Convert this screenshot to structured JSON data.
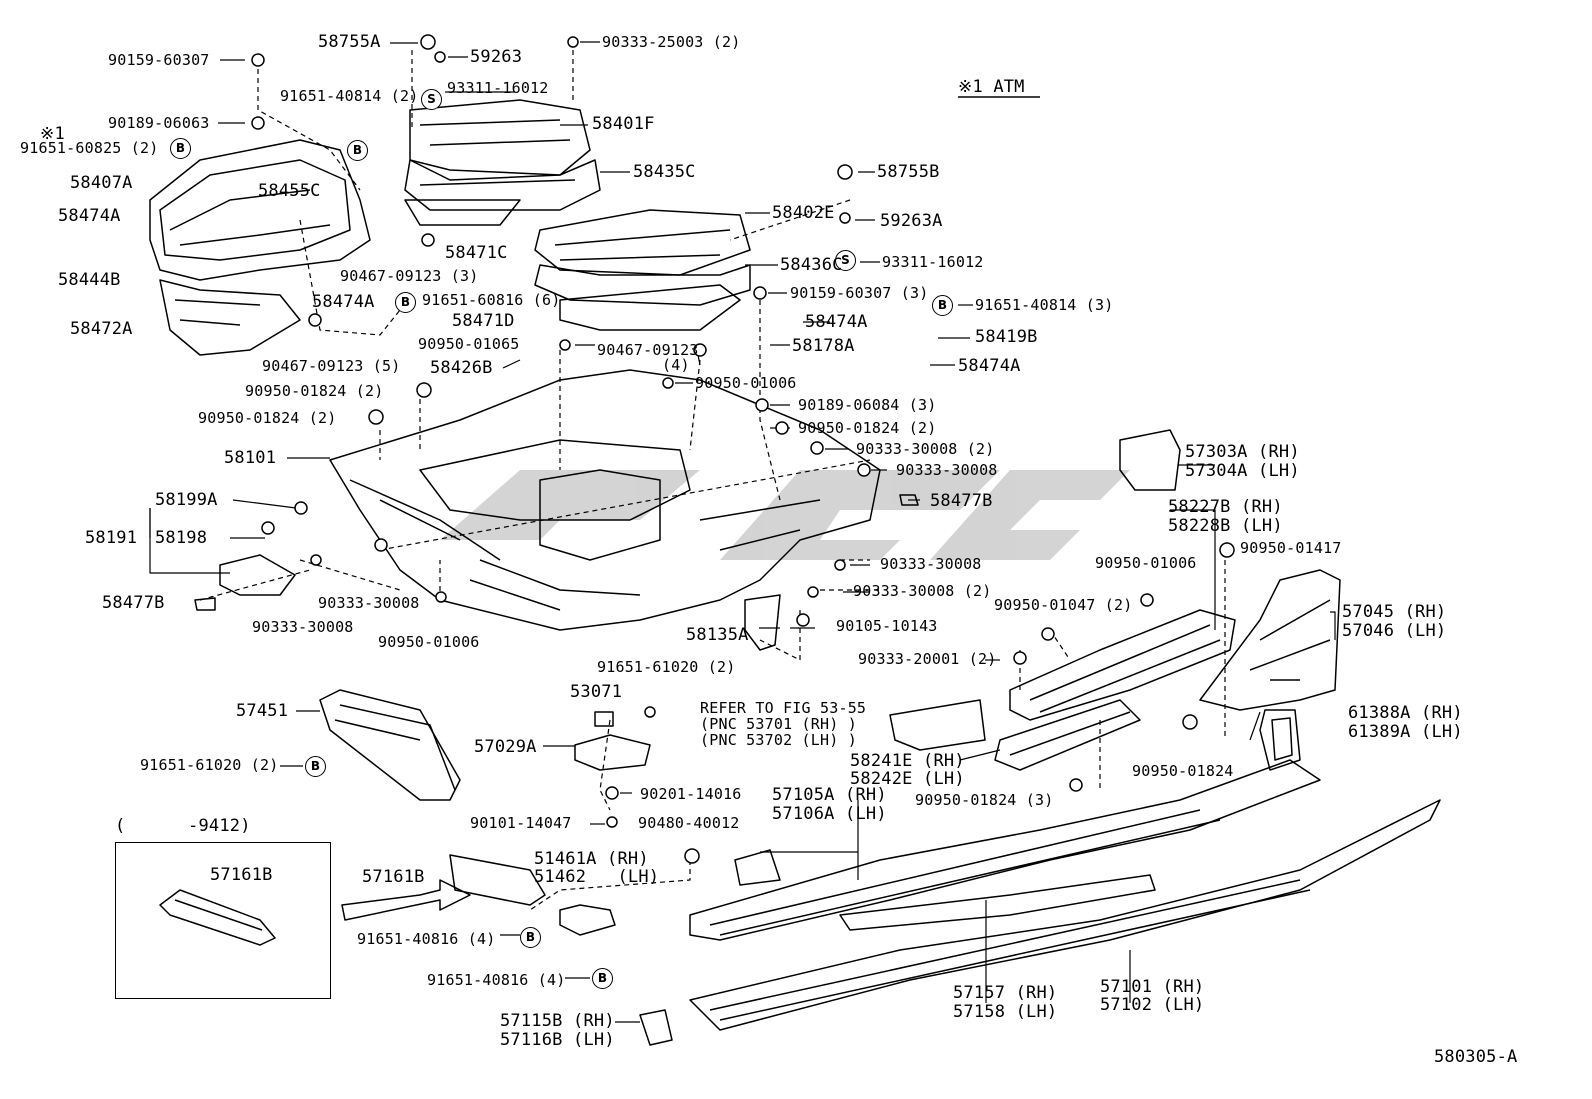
{
  "header": {
    "note": "※1 ATM",
    "star_mark": "※1"
  },
  "footer": {
    "figure_code": "580305-A"
  },
  "inset": {
    "range_label": "(      -9412)",
    "part": "57161B"
  },
  "refer": {
    "line1": "REFER TO FIG 53-55",
    "line2": "(PNC 53701 (RH) )",
    "line3": "(PNC 53702 (LH) )"
  },
  "symbols": {
    "bolt": "B",
    "screw": "S"
  },
  "labels": [
    "58755A",
    "59263",
    "90333-25003 (2)",
    "90159-60307",
    "93311-16012",
    "91651-40814 (2)",
    "90189-06063",
    "58401F",
    "91651-60825 (2)",
    "58407A",
    "58455C",
    "58435C",
    "58755B",
    "58474A",
    "58402E",
    "59263A",
    "58471C",
    "93311-16012",
    "58444B",
    "90467-09123 (3)",
    "58436C",
    "58474A",
    "91651-60816 (6)",
    "90159-60307 (3)",
    "91651-40814 (3)",
    "58472A",
    "58471D",
    "58474A",
    "58419B",
    "90467-09123 (5)",
    "90950-01065",
    "90467-09123",
    "58178A",
    "(4)",
    "58474A",
    "58426B",
    "90950-01006",
    "90950-01824 (2)",
    "90189-06084 (3)",
    "90950-01824 (2)",
    "90950-01824 (2)",
    "90333-30008 (2)",
    "58101",
    "90333-30008",
    "57303A (RH)",
    "57304A (LH)",
    "58199A",
    "58477B",
    "58227B (RH)",
    "58228B (LH)",
    "58191",
    "58198",
    "90950-01417",
    "90333-30008",
    "90950-01006",
    "58477B",
    "90333-30008 (2)",
    "90950-01047 (2)",
    "57045 (RH)",
    "57046 (LH)",
    "90333-30008",
    "90333-30008",
    "90950-01006",
    "58135A",
    "90105-10143",
    "90333-20001 (2)",
    "91651-61020 (2)",
    "53071",
    "57451",
    "61388A (RH)",
    "61389A (LH)",
    "57029A",
    "91651-61020 (2)",
    "58241E (RH)",
    "58242E (LH)",
    "90950-01824",
    "90201-14016",
    "57105A (RH)",
    "57106A (LH)",
    "90950-01824 (3)",
    "90101-14047",
    "90480-40012",
    "57161B",
    "51461A (RH)",
    "51462   (LH)",
    "91651-40816 (4)",
    "91651-40816 (4)",
    "57157 (RH)",
    "57158 (LH)",
    "57101 (RH)",
    "57102 (LH)",
    "57115B (RH)",
    "57116B (LH)"
  ]
}
